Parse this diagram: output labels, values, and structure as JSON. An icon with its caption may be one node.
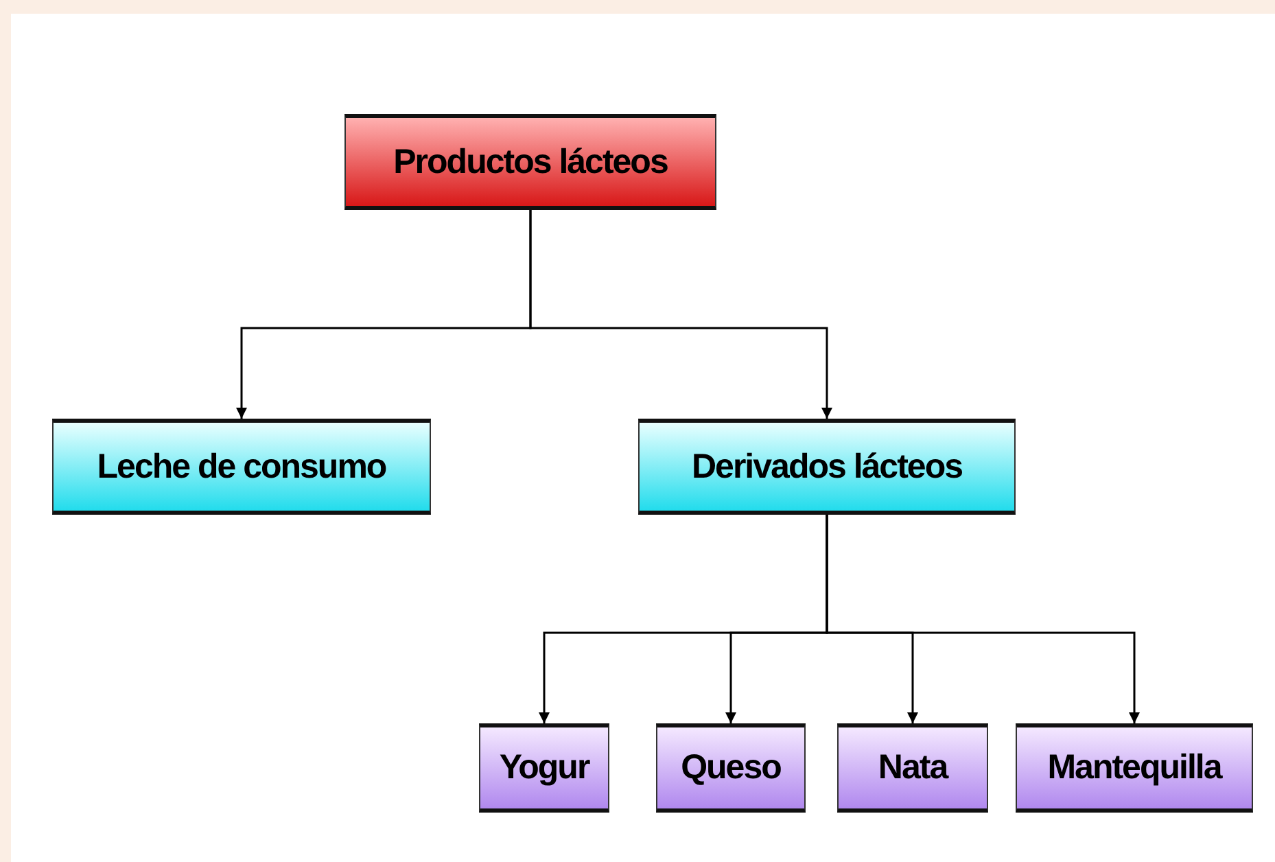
{
  "diagram": {
    "nodes": [
      {
        "text": [
          "Productos lácteos"
        ]
      },
      {
        "text": [
          "Leche de consumo"
        ]
      },
      {
        "text": [
          "Derivados lácteos"
        ]
      },
      {
        "text": [
          "Yogur"
        ]
      },
      {
        "text": [
          "Queso"
        ]
      },
      {
        "text": [
          "Nata"
        ]
      },
      {
        "text": [
          "Mantequilla"
        ]
      }
    ],
    "edges": [
      {
        "from": 0,
        "to": 1,
        "arrow": "to"
      },
      {
        "from": 0,
        "to": 2,
        "arrow": "to"
      },
      {
        "from": 2,
        "to": 3,
        "arrow": "to"
      },
      {
        "from": 2,
        "to": 4,
        "arrow": "to"
      },
      {
        "from": 2,
        "to": 5,
        "arrow": "to"
      },
      {
        "from": 2,
        "to": 6,
        "arrow": "to"
      }
    ]
  }
}
